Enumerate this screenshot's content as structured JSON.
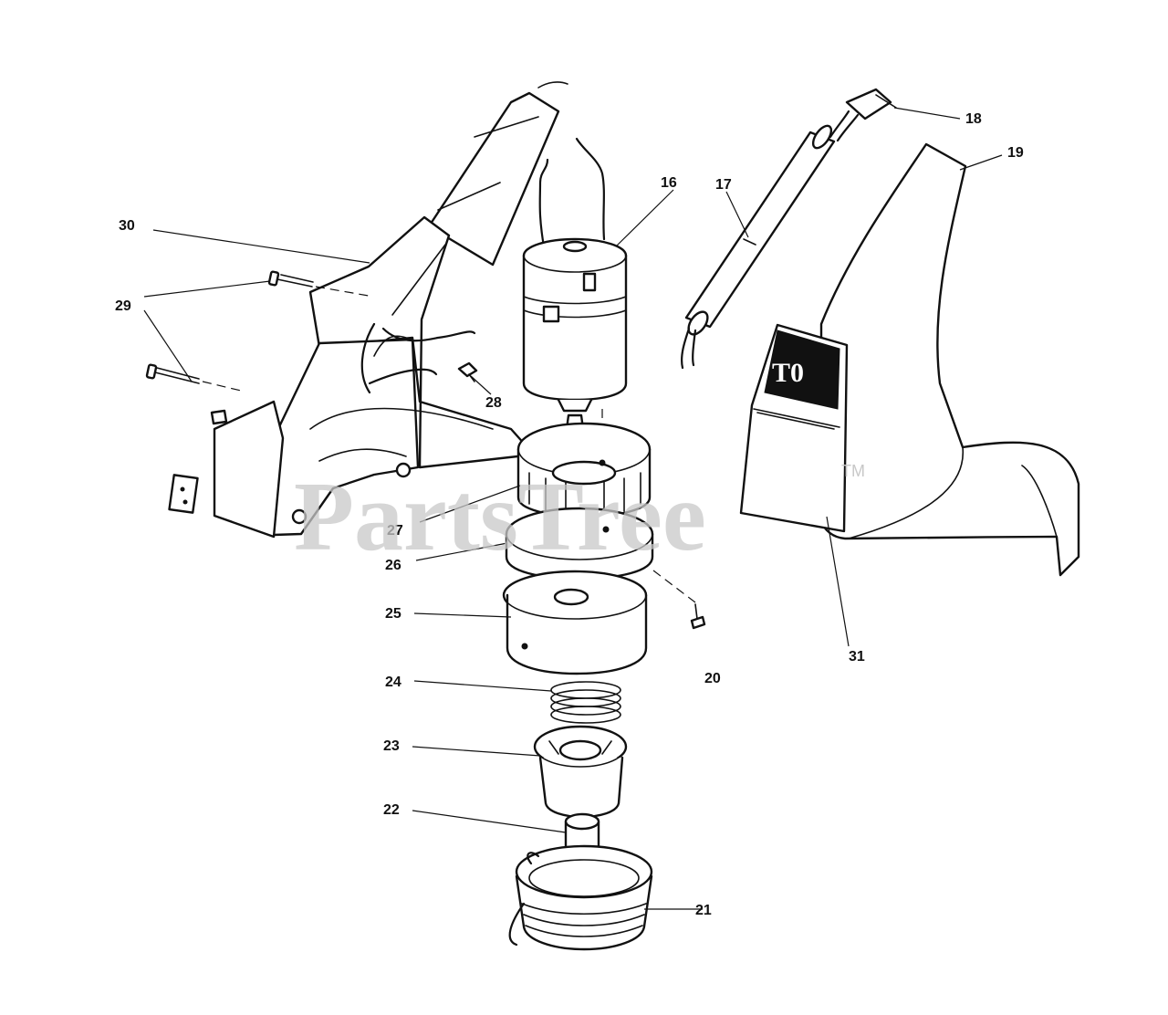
{
  "watermark": {
    "text": "PartsTree",
    "trademark": "TM"
  },
  "decal_text": "T0",
  "callouts": {
    "p16": "16",
    "p17": "17",
    "p18": "18",
    "p19": "19",
    "p20": "20",
    "p21": "21",
    "p22": "22",
    "p23": "23",
    "p24": "24",
    "p25": "25",
    "p26": "26",
    "p27": "27",
    "p28": "28",
    "p29": "29",
    "p30": "30",
    "p31": "31"
  }
}
